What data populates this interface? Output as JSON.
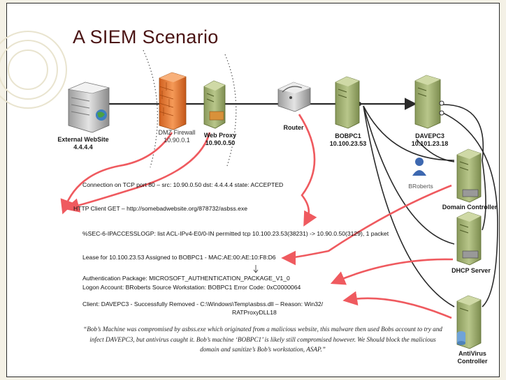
{
  "slide": {
    "title": "A SIEM Scenario"
  },
  "devices": {
    "external_website": {
      "name": "External WebSite",
      "ip": "4.4.4.4"
    },
    "dmz_firewall": {
      "name": "DMZ Firewall",
      "ip": "10.90.0.1"
    },
    "web_proxy": {
      "name": "Web Proxy",
      "ip": "10.90.0.50"
    },
    "router": {
      "name": "Router"
    },
    "bobpc1": {
      "name": "BOBPC1",
      "ip": "10.100.23.53"
    },
    "davepc3": {
      "name": "DAVEPC3",
      "ip": "10.101.23.18"
    },
    "user": {
      "name": "BRoberts"
    },
    "domain_controller": {
      "name": "Domain Controller"
    },
    "dhcp_server": {
      "name": "DHCP Server"
    },
    "antivirus_controller": {
      "name": "AntiVirus Controller"
    }
  },
  "logs": [
    {
      "text": "Connection on TCP port 80 – src: 10.90.0.50 dst: 4.4.4.4 state: ACCEPTED"
    },
    {
      "text": "HTTP Client GET – http://somebadwebsite.org/878732/asbss.exe"
    },
    {
      "text": "%SEC-6-IPACCESSLOGP: list ACL-IPv4-E0/0-IN permitted  tcp 10.100.23.53(38231) -> 10.90.0.50(3129), 1 packet"
    },
    {
      "text": "Lease for 10.100.23.53 Assigned to BOBPC1  - MAC:AE:00:AE:10:F8:D6"
    },
    {
      "text": "Authentication Package: MICROSOFT_AUTHENTICATION_PACKAGE_V1_0"
    },
    {
      "text": "Logon Account: BRoberts Source Workstation: BOBPC1 Error Code: 0xC0000064"
    },
    {
      "text": "Client: DAVEPC3 - Successfully Removed - C:\\Windows\\Temp\\asbss.dll – Reason: Win32/"
    },
    {
      "text": "RATProxyDLL18"
    }
  ],
  "quote": "“Bob’s Machine was compromised by asbss.exe which originated from a malicious website, this malware then used Bobs account to try and infect DAVEPC3,  but antivirus caught it. Bob’s machine ‘BOBPC1’ is likely still compromised however. We Should block the malicious domain and sanitize’s Bob’s workstation, ASAP.”",
  "colors": {
    "title": "#4a1414",
    "arrow": "#ef5a5f",
    "connector": "#2a2a2a",
    "server_green": "#a8b87a",
    "firewall_orange": "#e8782f",
    "background": "#f4f1e6"
  }
}
